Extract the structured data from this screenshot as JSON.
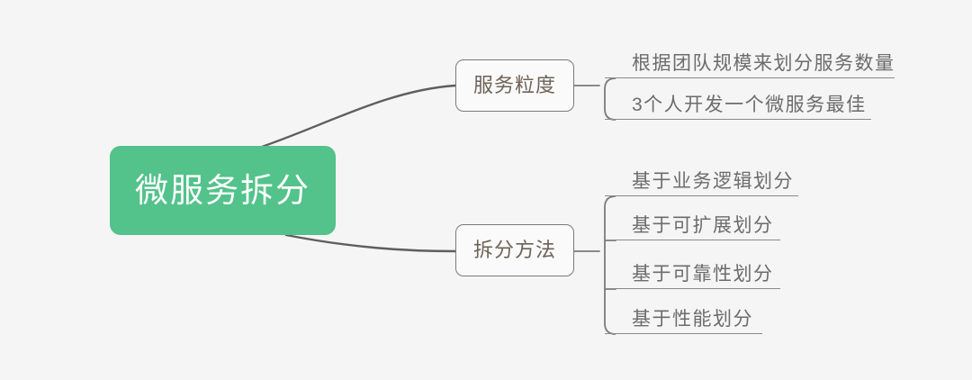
{
  "diagram": {
    "type": "mindmap",
    "title": "微服务拆分",
    "background_color": "#f5f5f5",
    "root": {
      "label": "微服务拆分",
      "fill_color": "#53c28b",
      "text_color": "#ffffff"
    },
    "branches": [
      {
        "label": "服务粒度",
        "text_color": "#6d6256",
        "children": [
          {
            "label": "根据团队规模来划分服务数量"
          },
          {
            "label": "3个人开发一个微服务最佳"
          }
        ]
      },
      {
        "label": "拆分方法",
        "text_color": "#6d6256",
        "children": [
          {
            "label": "基于业务逻辑划分"
          },
          {
            "label": "基于可扩展划分"
          },
          {
            "label": "基于可靠性划分"
          },
          {
            "label": "基于性能划分"
          }
        ]
      }
    ]
  }
}
